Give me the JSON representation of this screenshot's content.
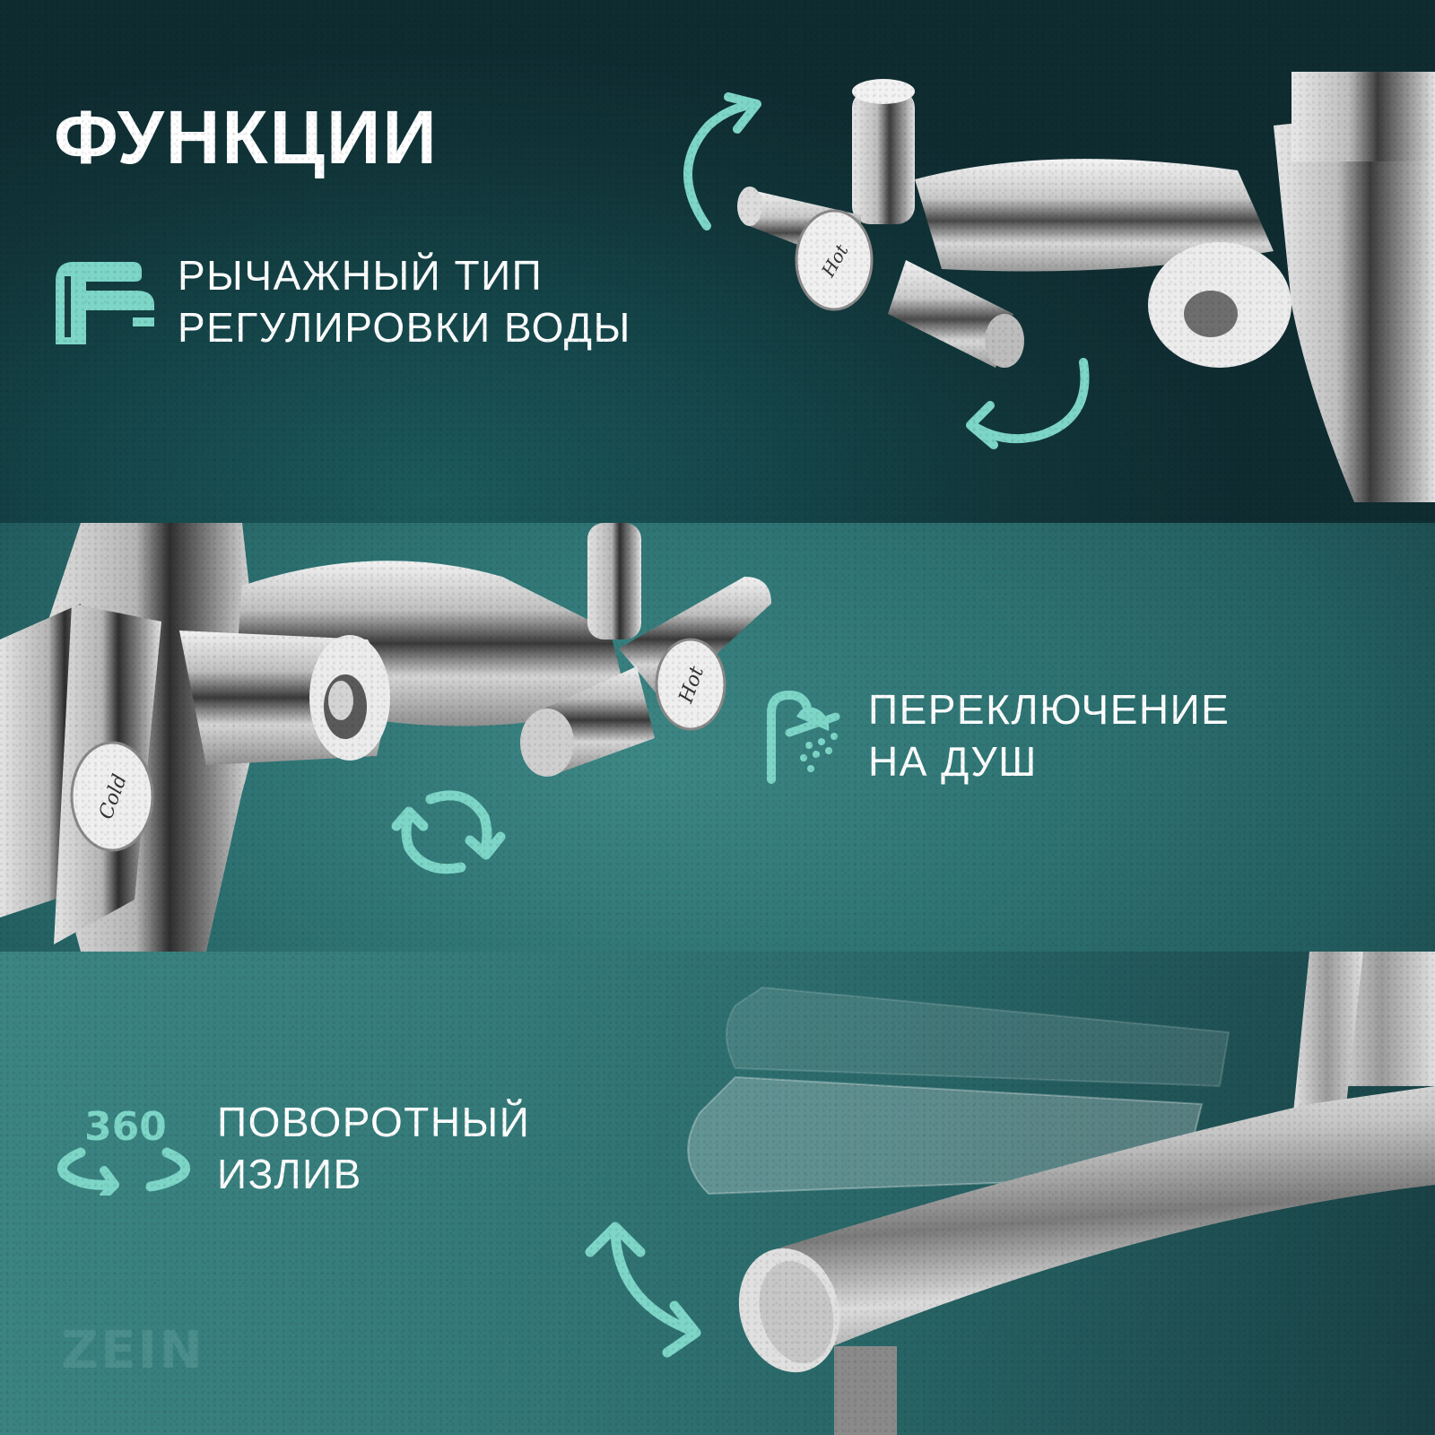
{
  "header": {
    "title": "ФУНКЦИИ"
  },
  "features": [
    {
      "id": "lever-type",
      "icon": "faucet-icon",
      "lines": [
        "РЫЧАЖНЫЙ ТИП",
        "РЕГУЛИРОВКИ ВОДЫ"
      ]
    },
    {
      "id": "shower-switch",
      "icon": "shower-icon",
      "lines": [
        "ПЕРЕКЛЮЧЕНИЕ",
        "НА ДУШ"
      ]
    },
    {
      "id": "swivel-spout",
      "icon": "rotate-360-icon",
      "icon_label": "360",
      "lines": [
        "ПОВОРОТНЫЙ",
        "ИЗЛИВ"
      ]
    }
  ],
  "product_labels": {
    "hot": "Hot",
    "cold": "Cold"
  },
  "brand": {
    "logo_text": "ZEIN"
  },
  "colors": {
    "accent": "#7dd6c7",
    "text": "#ffffff",
    "band_top": "#123a3e",
    "band_middle": "#2f7474",
    "band_bottom": "#2f6f6f",
    "logo": "#4b8f8c"
  }
}
